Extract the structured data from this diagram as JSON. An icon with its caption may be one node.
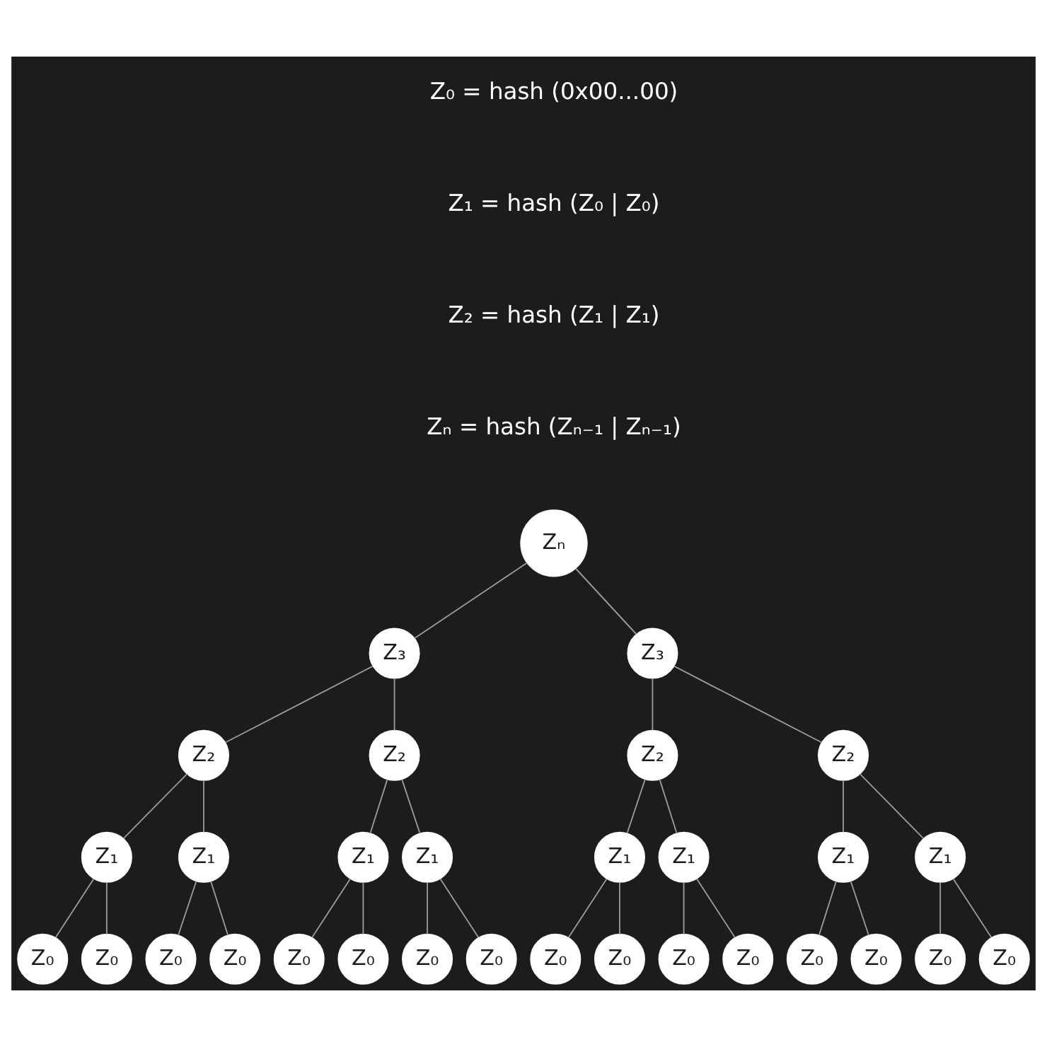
{
  "diagram": {
    "nodes": [
      {
        "text": [
          "Zₙ"
        ]
      },
      {
        "text": [
          "Z₃"
        ]
      },
      {
        "text": [
          "Z₃"
        ]
      },
      {
        "text": [
          "Z₂"
        ]
      },
      {
        "text": [
          "Z₂"
        ]
      },
      {
        "text": [
          "Z₂"
        ]
      },
      {
        "text": [
          "Z₂"
        ]
      },
      {
        "text": [
          "Z₁"
        ]
      },
      {
        "text": [
          "Z₁"
        ]
      },
      {
        "text": [
          "Z₁"
        ]
      },
      {
        "text": [
          "Z₁"
        ]
      },
      {
        "text": [
          "Z₁"
        ]
      },
      {
        "text": [
          "Z₁"
        ]
      },
      {
        "text": [
          "Z₁"
        ]
      },
      {
        "text": [
          "Z₁"
        ]
      },
      {
        "text": [
          "Z₀"
        ]
      },
      {
        "text": [
          "Z₀"
        ]
      },
      {
        "text": [
          "Z₀"
        ]
      },
      {
        "text": [
          "Z₀"
        ]
      },
      {
        "text": [
          "Z₀"
        ]
      },
      {
        "text": [
          "Z₀"
        ]
      },
      {
        "text": [
          "Z₀"
        ]
      },
      {
        "text": [
          "Z₀"
        ]
      },
      {
        "text": [
          "Z₀"
        ]
      },
      {
        "text": [
          "Z₀"
        ]
      },
      {
        "text": [
          "Z₀"
        ]
      },
      {
        "text": [
          "Z₀"
        ]
      },
      {
        "text": [
          "Z₀"
        ]
      },
      {
        "text": [
          "Z₀"
        ]
      },
      {
        "text": [
          "Z₀"
        ]
      },
      {
        "text": [
          "Z₀"
        ]
      }
    ],
    "edges": [
      {
        "from": 0,
        "to": 1,
        "arrow": "none"
      },
      {
        "from": 0,
        "to": 2,
        "arrow": "none"
      },
      {
        "from": 1,
        "to": 3,
        "arrow": "none"
      },
      {
        "from": 1,
        "to": 4,
        "arrow": "none"
      },
      {
        "from": 2,
        "to": 5,
        "arrow": "none"
      },
      {
        "from": 2,
        "to": 6,
        "arrow": "none"
      },
      {
        "from": 3,
        "to": 7,
        "arrow": "none"
      },
      {
        "from": 3,
        "to": 8,
        "arrow": "none"
      },
      {
        "from": 4,
        "to": 9,
        "arrow": "none"
      },
      {
        "from": 4,
        "to": 10,
        "arrow": "none"
      },
      {
        "from": 5,
        "to": 11,
        "arrow": "none"
      },
      {
        "from": 5,
        "to": 12,
        "arrow": "none"
      },
      {
        "from": 6,
        "to": 13,
        "arrow": "none"
      },
      {
        "from": 6,
        "to": 14,
        "arrow": "none"
      },
      {
        "from": 7,
        "to": 15,
        "arrow": "none"
      },
      {
        "from": 7,
        "to": 16,
        "arrow": "none"
      },
      {
        "from": 8,
        "to": 17,
        "arrow": "none"
      },
      {
        "from": 8,
        "to": 18,
        "arrow": "none"
      },
      {
        "from": 9,
        "to": 19,
        "arrow": "none"
      },
      {
        "from": 9,
        "to": 20,
        "arrow": "none"
      },
      {
        "from": 10,
        "to": 21,
        "arrow": "none"
      },
      {
        "from": 10,
        "to": 22,
        "arrow": "none"
      },
      {
        "from": 11,
        "to": 23,
        "arrow": "none"
      },
      {
        "from": 11,
        "to": 24,
        "arrow": "none"
      },
      {
        "from": 12,
        "to": 25,
        "arrow": "none"
      },
      {
        "from": 12,
        "to": 26,
        "arrow": "none"
      },
      {
        "from": 13,
        "to": 27,
        "arrow": "none"
      },
      {
        "from": 13,
        "to": 28,
        "arrow": "none"
      },
      {
        "from": 14,
        "to": 29,
        "arrow": "none"
      },
      {
        "from": 14,
        "to": 30,
        "arrow": "none"
      }
    ],
    "labels": [
      "Z₀ = hash (0x00...00)",
      "Z₁ = hash (Z₀ | Z₀)",
      "Z₂ = hash (Z₁ | Z₁)",
      "Zₙ = hash (Zₙ₋₁ | Zₙ₋₁)"
    ]
  }
}
